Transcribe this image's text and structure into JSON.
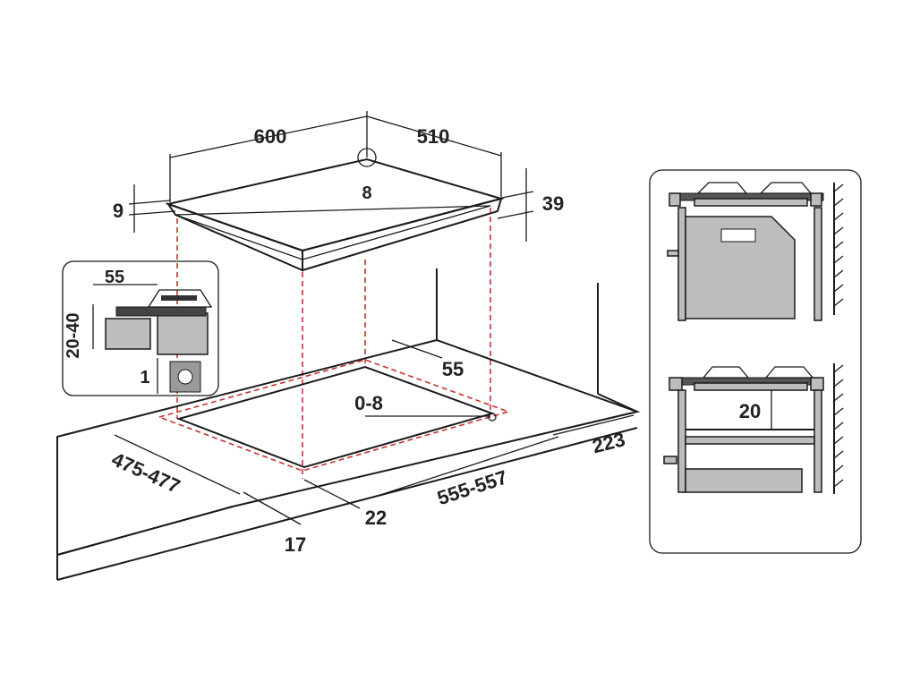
{
  "dimensions": {
    "width_top": "600",
    "depth_top": "510",
    "hole": "8",
    "thickness_edge": "9",
    "height_total": "39",
    "inset_box_depth": "55",
    "inset_box_worktop": "20-40",
    "inset_box_clear": "1",
    "cutout_back": "55",
    "gas_offset": "0-8",
    "cutout_depth": "475-477",
    "cutout_width": "555-557",
    "side_clear": "223",
    "front_clear_a": "17",
    "front_clear_b": "22",
    "oven_gap": "20"
  },
  "colors": {
    "stroke": "#1a1a1a",
    "dashed": "#c83232",
    "fill_grey": "#bdbdbd"
  }
}
